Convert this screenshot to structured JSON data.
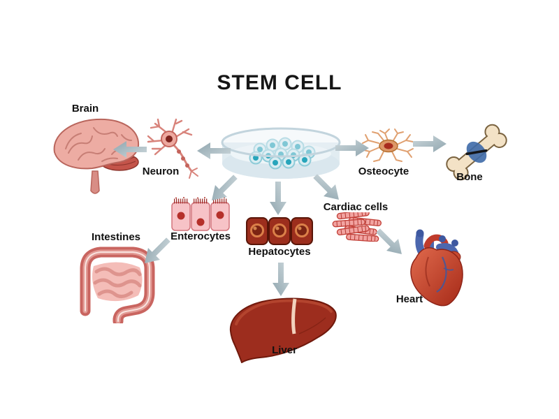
{
  "title": "STEM CELL",
  "diagram": {
    "center": {
      "id": "stem-cell-dish",
      "description": "Petri dish containing stem cells"
    },
    "nodes": {
      "brain": {
        "label": "Brain"
      },
      "neuron": {
        "label": "Neuron"
      },
      "osteocyte": {
        "label": "Osteocyte"
      },
      "bone": {
        "label": "Bone"
      },
      "enterocytes": {
        "label": "Enterocytes"
      },
      "hepatocytes": {
        "label": "Hepatocytes"
      },
      "cardiac_cells": {
        "label": "Cardiac cells"
      },
      "intestines": {
        "label": "Intestines"
      },
      "liver": {
        "label": "Liver"
      },
      "heart": {
        "label": "Heart"
      }
    },
    "edges": [
      {
        "from": "stem-cell-dish",
        "to": "neuron"
      },
      {
        "from": "neuron",
        "to": "brain"
      },
      {
        "from": "stem-cell-dish",
        "to": "osteocyte"
      },
      {
        "from": "osteocyte",
        "to": "bone"
      },
      {
        "from": "stem-cell-dish",
        "to": "enterocytes"
      },
      {
        "from": "enterocytes",
        "to": "intestines"
      },
      {
        "from": "stem-cell-dish",
        "to": "hepatocytes"
      },
      {
        "from": "hepatocytes",
        "to": "liver"
      },
      {
        "from": "stem-cell-dish",
        "to": "cardiac_cells"
      },
      {
        "from": "cardiac_cells",
        "to": "heart"
      }
    ]
  },
  "colors": {
    "background": "#ffffff",
    "text": "#111111",
    "arrow_light": "#cdd8dc",
    "arrow_dark": "#8fa5ae",
    "stem_cell_teal": "#27a5bb",
    "tissue_pink": "#edaca3",
    "liver_red": "#9d2d1e",
    "heart_red": "#bf3b2b",
    "bone_cream": "#f3e2c6",
    "vessel_blue": "#4c67ae"
  }
}
